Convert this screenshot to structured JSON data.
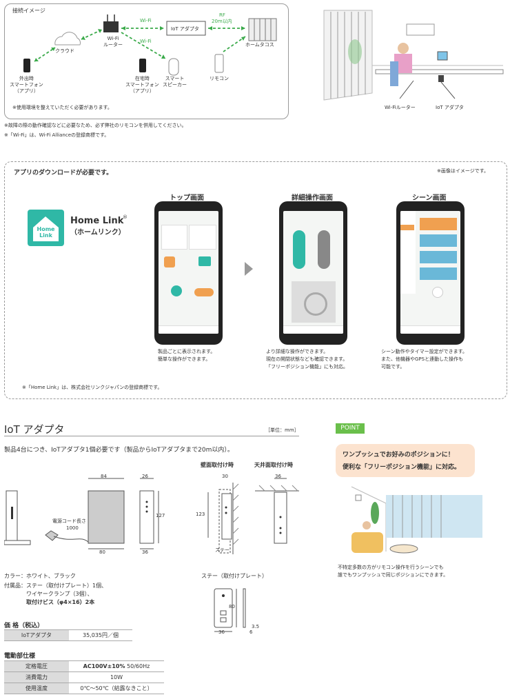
{
  "connection": {
    "title": "接続イメージ",
    "wifi_label_top": "Wi-Fi",
    "wifi_label_bottom": "Wi-Fi",
    "rf_label": "RF",
    "rf_range": "20m以内",
    "cloud": "クラウド",
    "router": "Wi-Fi\nルーター",
    "adapter": "IoT アダプタ",
    "curtain": "ホームタコス",
    "phone_out": "外出時\nスマートフォン\n（アプリ）",
    "phone_home": "在宅時\nスマートフォン\n（アプリ）",
    "speaker": "スマート\nスピーカー",
    "remote": "リモコン",
    "note": "※使用環境を整えていただく必要があります。"
  },
  "room_labels": {
    "router": "Wi-Fiルーター",
    "adapter": "IoT アダプタ"
  },
  "notes": {
    "n1": "※故障の際の動作確認などに必要なため、必ず弊社のリモコンを併用してください。",
    "n2": "※「Wi-Fi」は、Wi-Fi Allianceの登録商標です。"
  },
  "app": {
    "title": "アプリのダウンロードが必要です。",
    "image_note": "※画像はイメージです。",
    "logo_text": "Home\nLink",
    "name": "Home Link",
    "reg": "®",
    "name_kana": "（ホームリンク）",
    "screen1_title": "トップ画面",
    "screen2_title": "詳細操作画面",
    "screen3_title": "シーン画面",
    "desc1": "製品ごとに表示されます。\n簡単な操作ができます。",
    "desc2": "より詳細な操作ができます。\n現在の開閉状態なども確認できます。\n「フリーポジション機能」にも対応。",
    "desc3": "シーン動作やタイマー設定ができます。\nまた、他機器やGPSと連動した操作も\n可能です。",
    "trademark": "※「Home Link」は、株式会社リンクジャパンの登録商標です。"
  },
  "iot": {
    "title": "IoT アダプタ",
    "unit": "［単位：mm］",
    "desc": "製品4台につき、IoTアダプタ1個必要です（製品からIoTアダプタまで20m以内）。",
    "wall_mount": "壁面取付け時",
    "ceiling_mount": "天井面取付け時",
    "cord_label": "電源コード長さ",
    "cord_len": "1000",
    "d84": "84",
    "d26": "26",
    "d127": "127",
    "d80": "80",
    "d36": "36",
    "d30": "30",
    "d36b": "36",
    "d123": "123",
    "stay": "ステー",
    "stay_title": "ステー（取付けプレート）",
    "d80b": "80",
    "d36c": "36",
    "d35": "3.5",
    "d6": "6",
    "color": "カラー：ホワイト、ブラック",
    "acc1": "付属品：ステー（取付けプレート）1個、",
    "acc2": "ワイヤークランプ（3個）、",
    "acc3": "取付けビス（φ4×16）2本"
  },
  "price": {
    "title": "価 格（税込）",
    "item": "IoTアダプタ",
    "value": "35,035円／個"
  },
  "spec": {
    "title": "電動部仕様",
    "rows": [
      {
        "label": "定格電圧",
        "value": "AC100V±10%",
        "sub": "50/60Hz"
      },
      {
        "label": "消費電力",
        "value": "10W",
        "sub": ""
      },
      {
        "label": "使用温度",
        "value": "0℃〜50℃（結露なきこと）",
        "sub": ""
      }
    ]
  },
  "point": {
    "badge": "POINT",
    "line1": "ワンプッシュでお好みのポジションに！",
    "line2": "便利な「フリーポジション機能」に対応。",
    "desc": "不特定多数の方がリモコン操作を行うシーンでも\n誰でもワンプッシュで同じポジションにできます。"
  },
  "colors": {
    "green": "#3aaa4a",
    "teal": "#2fb8a6",
    "orange": "#f0a050",
    "peach": "#fce3cf"
  }
}
